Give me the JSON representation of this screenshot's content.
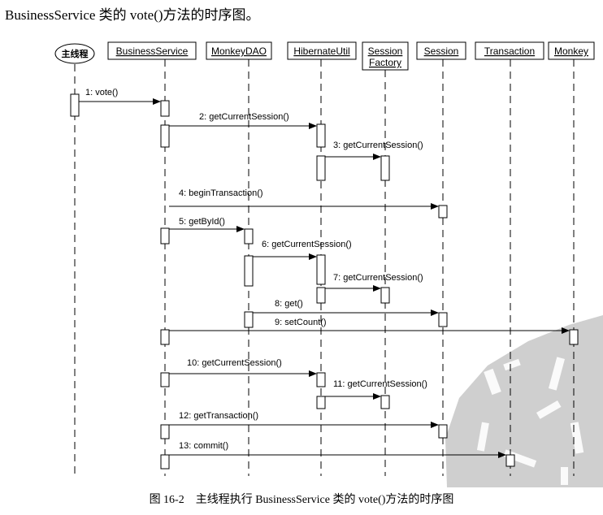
{
  "heading": "BusinessService 类的 vote()方法的时序图。",
  "caption": "图 16-2　主线程执行 BusinessService 类的 vote()方法的时序图",
  "participants": [
    {
      "id": "main",
      "label": "主线程",
      "shape": "ellipse"
    },
    {
      "id": "bs",
      "label": "BusinessService",
      "shape": "box"
    },
    {
      "id": "dao",
      "label": "MonkeyDAO",
      "shape": "box"
    },
    {
      "id": "hu",
      "label": "HibernateUtil",
      "shape": "box"
    },
    {
      "id": "sf",
      "label": "Session Factory",
      "lines": [
        "Session",
        "Factory"
      ],
      "shape": "box"
    },
    {
      "id": "sess",
      "label": "Session",
      "shape": "box"
    },
    {
      "id": "tx",
      "label": "Transaction",
      "shape": "box"
    },
    {
      "id": "mk",
      "label": "Monkey",
      "shape": "box"
    }
  ],
  "messages": [
    {
      "label": "1: vote()",
      "from": "main",
      "to": "bs"
    },
    {
      "label": "2: getCurrentSession()",
      "from": "bs",
      "to": "hu"
    },
    {
      "label": "3: getCurrentSession()",
      "from": "hu",
      "to": "sf"
    },
    {
      "label": "4: beginTransaction()",
      "from": "bs",
      "to": "sess"
    },
    {
      "label": "5: getById()",
      "from": "bs",
      "to": "dao"
    },
    {
      "label": "6: getCurrentSession()",
      "from": "dao",
      "to": "hu"
    },
    {
      "label": "7: getCurrentSession()",
      "from": "hu",
      "to": "sf"
    },
    {
      "label": "8: get()",
      "from": "dao",
      "to": "sess"
    },
    {
      "label": "9: setCount()",
      "from": "bs",
      "to": "mk"
    },
    {
      "label": "10: getCurrentSession()",
      "from": "bs",
      "to": "hu"
    },
    {
      "label": "11: getCurrentSession()",
      "from": "hu",
      "to": "sf"
    },
    {
      "label": "12: getTransaction()",
      "from": "bs",
      "to": "sess"
    },
    {
      "label": "13: commit()",
      "from": "bs",
      "to": "tx"
    }
  ]
}
